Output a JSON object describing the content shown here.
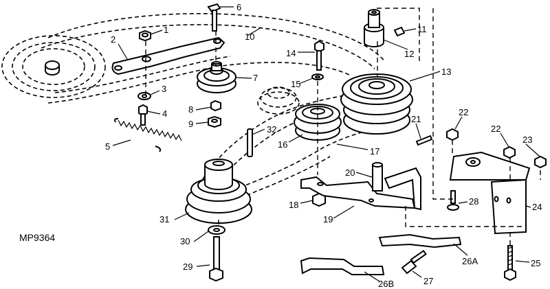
{
  "diagram_code": "MP9364",
  "callouts": [
    "1",
    "2",
    "3",
    "4",
    "5",
    "6",
    "7",
    "8",
    "9",
    "10",
    "11",
    "12",
    "13",
    "14",
    "15",
    "16",
    "17",
    "18",
    "19",
    "20",
    "21",
    "22",
    "22",
    "23",
    "24",
    "25",
    "26A",
    "26B",
    "27",
    "28",
    "29",
    "30",
    "31",
    "32"
  ]
}
